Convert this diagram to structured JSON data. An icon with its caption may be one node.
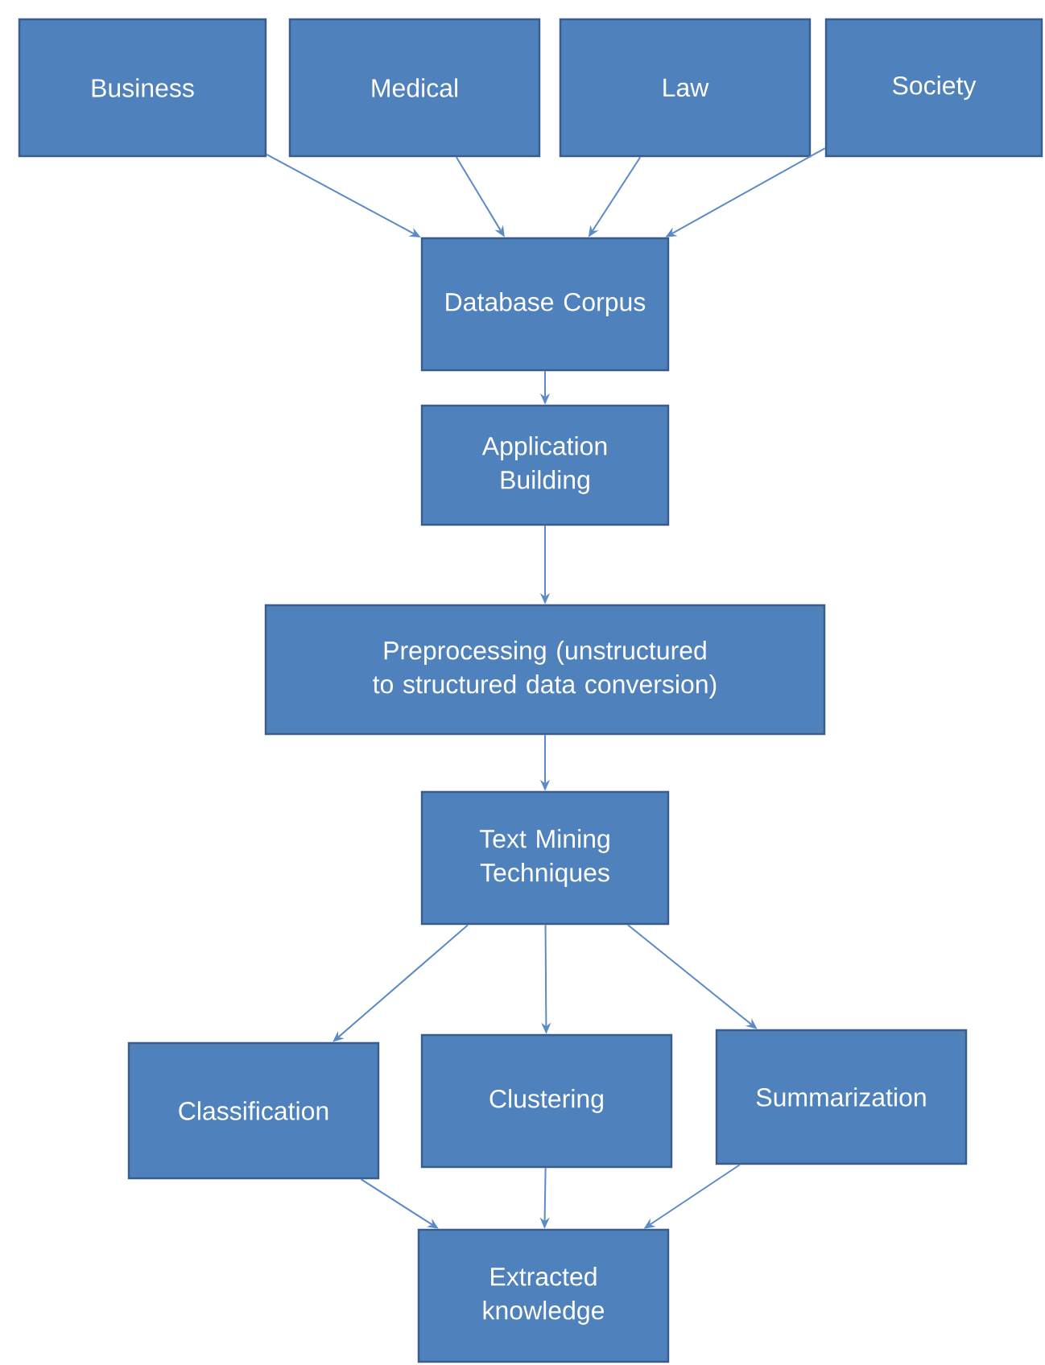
{
  "diagram": {
    "nodes": [
      {
        "text": [
          "Business"
        ]
      },
      {
        "text": [
          "Medical"
        ]
      },
      {
        "text": [
          "Law"
        ]
      },
      {
        "text": [
          "Society"
        ]
      },
      {
        "text": [
          "Database Corpus"
        ]
      },
      {
        "text": [
          "Application Building"
        ]
      },
      {
        "text": [
          "Preprocessing (unstructured to structured data conversion)"
        ]
      },
      {
        "text": [
          "Text Mining Techniques"
        ]
      },
      {
        "text": [
          "Classification"
        ]
      },
      {
        "text": [
          "Clustering"
        ]
      },
      {
        "text": [
          "Summarization"
        ]
      },
      {
        "text": [
          "Extracted knowledge"
        ]
      }
    ],
    "edges": [
      {
        "from": 0,
        "to": 4,
        "arrow": "to"
      },
      {
        "from": 1,
        "to": 4,
        "arrow": "to"
      },
      {
        "from": 2,
        "to": 4,
        "arrow": "to"
      },
      {
        "from": 3,
        "to": 4,
        "arrow": "to"
      },
      {
        "from": 4,
        "to": 5,
        "arrow": "to"
      },
      {
        "from": 5,
        "to": 6,
        "arrow": "to"
      },
      {
        "from": 6,
        "to": 7,
        "arrow": "to"
      },
      {
        "from": 7,
        "to": 8,
        "arrow": "to"
      },
      {
        "from": 7,
        "to": 9,
        "arrow": "to"
      },
      {
        "from": 7,
        "to": 10,
        "arrow": "to"
      },
      {
        "from": 8,
        "to": 11,
        "arrow": "to"
      },
      {
        "from": 9,
        "to": 11,
        "arrow": "to"
      },
      {
        "from": 10,
        "to": 11,
        "arrow": "to"
      }
    ]
  }
}
